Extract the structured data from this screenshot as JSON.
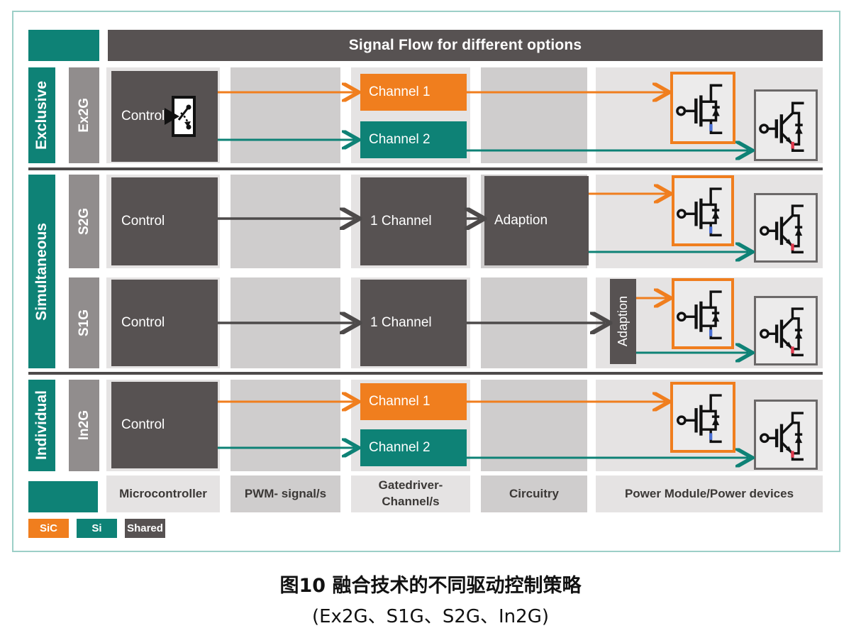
{
  "header": {
    "title": "Signal Flow for different options"
  },
  "groups": {
    "exclusive": "Exclusive",
    "simultaneous": "Simultaneous",
    "individual": "Individual"
  },
  "rows": {
    "ex2g": {
      "tag": "Ex2G",
      "control": "Control",
      "channel1": "Channel 1",
      "channel2": "Channel 2"
    },
    "s2g": {
      "tag": "S2G",
      "control": "Control",
      "channel": "1 Channel",
      "adaption": "Adaption"
    },
    "s1g": {
      "tag": "S1G",
      "control": "Control",
      "channel": "1 Channel",
      "adaption": "Adaption"
    },
    "in2g": {
      "tag": "In2G",
      "control": "Control",
      "channel1": "Channel 1",
      "channel2": "Channel 2"
    }
  },
  "footers": {
    "microcontroller": "Microcontroller",
    "pwm": "PWM- signal/s",
    "gatedriver_line1": "Gatedriver-",
    "gatedriver_line2": "Channel/s",
    "circuitry": "Circuitry",
    "power": "Power Module/Power devices"
  },
  "legend": {
    "sic": "SiC",
    "si": "Si",
    "shared": "Shared"
  },
  "caption": {
    "line1": "图10  融合技术的不同驱动控制策略",
    "line2": "(Ex2G、S1G、S2G、In2G)"
  },
  "colors": {
    "teal": "#0E8276",
    "orange": "#F07E1E",
    "dark_gray": "#575252",
    "tag_gray": "#918D8D",
    "stripe_light": "#E5E3E3",
    "stripe_dark": "#CFCDCD",
    "separator": "#4D4A4A",
    "frame_border": "#9CCFC7",
    "sic_marker_blue": "#4A6FD4",
    "si_marker_red": "#E03A4E"
  }
}
